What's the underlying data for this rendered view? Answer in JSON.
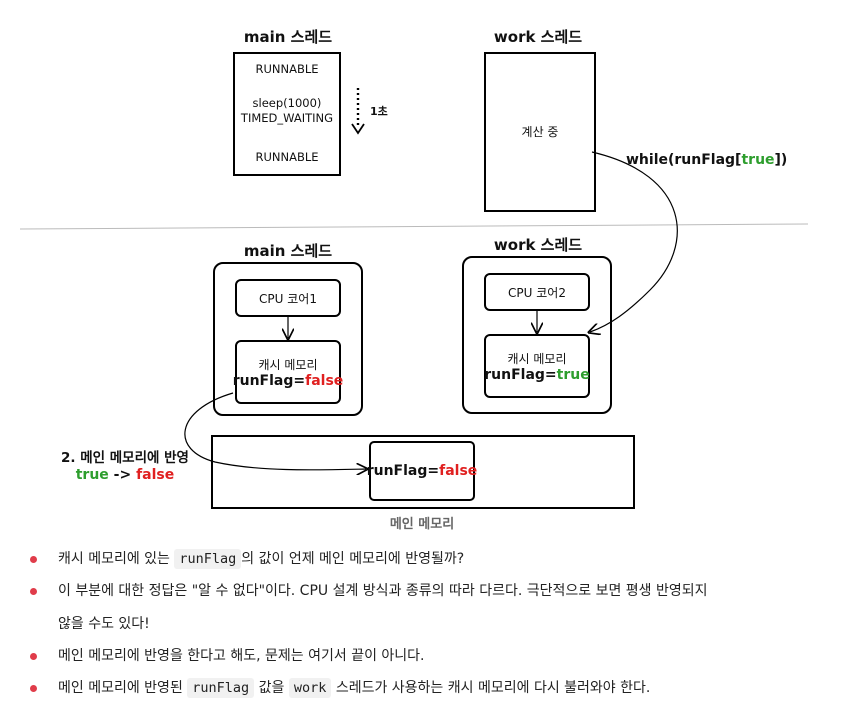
{
  "top": {
    "main_title": "main 스레드",
    "work_title": "work 스레드",
    "main_states": [
      "RUNNABLE",
      "sleep(1000)\nTIMED_WAITING",
      "RUNNABLE"
    ],
    "sleep_label": "1초",
    "work_box_text": "계산 중",
    "while_prefix": "while(runFlag[",
    "while_value": "true",
    "while_suffix": "])"
  },
  "bottom": {
    "main_title": "main 스레드",
    "work_title": "work 스레드",
    "main_core": "CPU 코어1",
    "work_core": "CPU 코어2",
    "main_cache_label": "캐시 메모리",
    "work_cache_label": "캐시 메모리",
    "flag_name": "runFlag=",
    "main_flag_value": "false",
    "work_flag_value": "true",
    "memory_flag_name": "runFlag=",
    "memory_flag_value": "false",
    "memory_label": "메인 메모리",
    "step_label": "2. 메인 메모리에 반영",
    "step_from": "true",
    "step_arrow": " -> ",
    "step_to": "false"
  },
  "bullets": {
    "b1_pre": "캐시 메모리에 있는 ",
    "b1_code": "runFlag",
    "b1_post": "의 값이 언제 메인 메모리에 반영될까?",
    "b2_line1": "이 부분에 대한 정답은 \"알 수 없다\"이다. CPU 설계 방식과 종류의 따라 다르다. 극단적으로 보면 평생 반영되지",
    "b2_line2": "않을 수도 있다!",
    "b3": "메인 메모리에 반영을 한다고 해도, 문제는 여기서 끝이 아니다.",
    "b4_pre": "메인 메모리에 반영된 ",
    "b4_code1": "runFlag",
    "b4_mid": " 값을 ",
    "b4_code2": "work",
    "b4_post": " 스레드가 사용하는 캐시 메모리에 다시 불러와야 한다."
  },
  "colors": {
    "true": "#2e9e2e",
    "false": "#e02020",
    "bullet": "#e03c4a"
  }
}
